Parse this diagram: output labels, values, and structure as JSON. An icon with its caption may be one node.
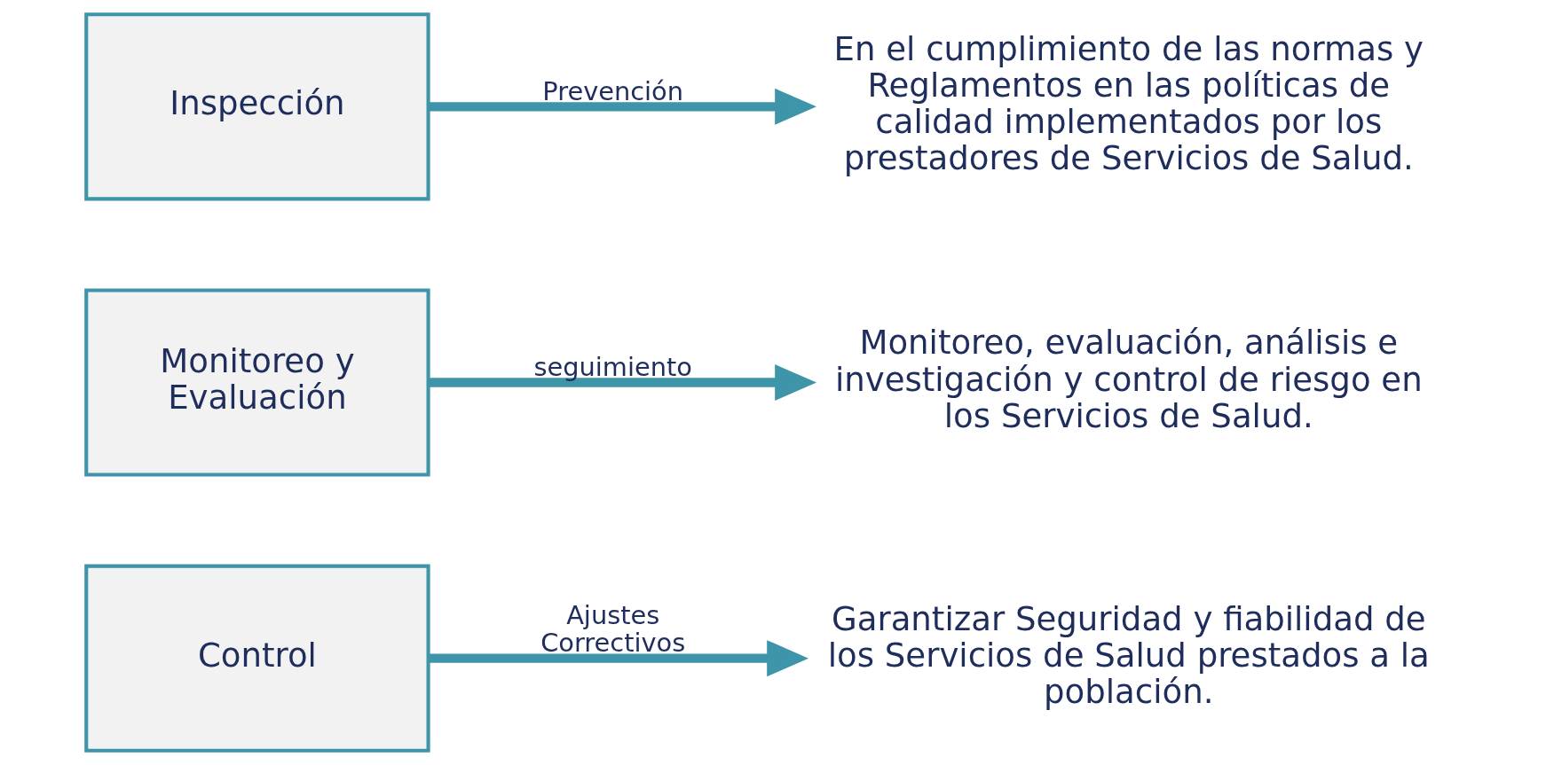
{
  "diagram": {
    "nodes": [
      {
        "text": [
          "Inspección"
        ]
      },
      {
        "text": [
          "En el cumplimiento de las normas y Reglamentos en las políticas de calidad implementados por los prestadores de Servicios de Salud."
        ]
      },
      {
        "text": [
          "Monitoreo y Evaluación"
        ]
      },
      {
        "text": [
          "Monitoreo, evaluación, análisis e investigación y control de riesgo en los Servicios de Salud."
        ]
      },
      {
        "text": [
          "Control"
        ]
      },
      {
        "text": [
          "Garantizar Seguridad y fiabilidad de los Servicios de Salud prestados a la población."
        ]
      }
    ],
    "edges": [
      {
        "from": 0,
        "to": 1,
        "arrow": "to",
        "label": "Prevención"
      },
      {
        "from": 2,
        "to": 3,
        "arrow": "to",
        "label": "seguimiento"
      },
      {
        "from": 4,
        "to": 5,
        "arrow": "to",
        "label": "Ajustes Correctivos"
      }
    ]
  }
}
